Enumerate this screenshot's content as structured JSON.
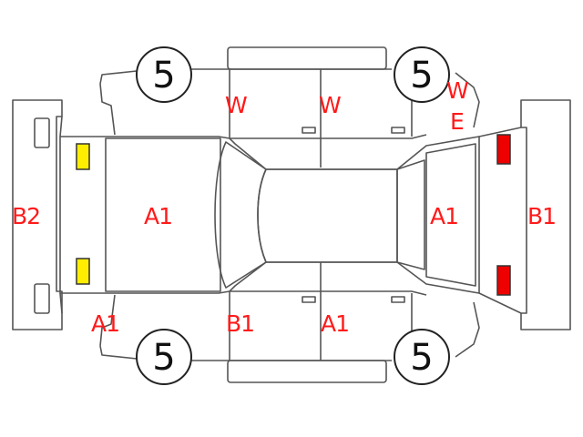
{
  "tires": {
    "front_left": "5",
    "front_right": "5",
    "rear_left": "5",
    "rear_right": "5"
  },
  "labels": {
    "rear_bumper": "B2",
    "front_bumper": "B1",
    "trunk": "A1",
    "hood": "A1",
    "rear_left_quarter": "A1",
    "bottom_left_door": "B1",
    "bottom_right_door": "A1",
    "top_left_door": "W",
    "top_right_door": "W",
    "front_fender_top_line1": "W",
    "front_fender_top_line2": "E"
  },
  "colors": {
    "label": "#ff1a1a",
    "rear_lights": "#ffee00",
    "front_lights": "#ee0000",
    "outline": "#555555"
  }
}
